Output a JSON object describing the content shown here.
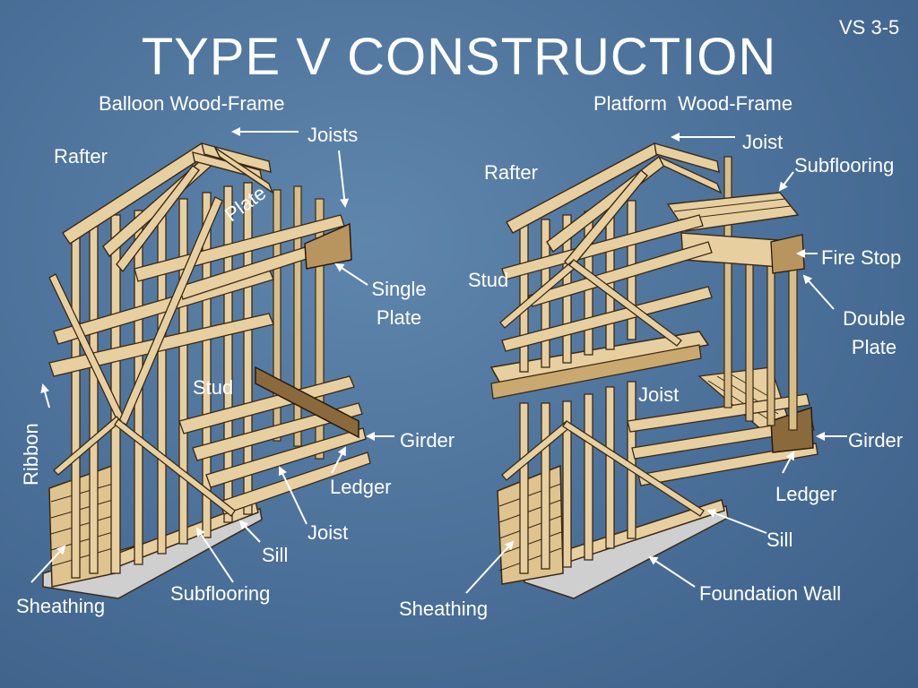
{
  "slide": {
    "code": "VS 3-5",
    "title": "TYPE V CONSTRUCTION"
  },
  "left_frame": {
    "heading": "Balloon Wood-Frame",
    "labels": {
      "joists": "Joists",
      "rafter": "Rafter",
      "plate": "Plate",
      "single_plate_1": "Single",
      "single_plate_2": "Plate",
      "stud": "Stud",
      "ribbon": "Ribbon",
      "girder": "Girder",
      "ledger": "Ledger",
      "joist": "Joist",
      "sill": "Sill",
      "sheathing": "Sheathing",
      "subflooring": "Subflooring"
    }
  },
  "right_frame": {
    "heading": "Platform  Wood-Frame",
    "labels": {
      "joist_top": "Joist",
      "subflooring": "Subflooring",
      "rafter": "Rafter",
      "fire_stop": "Fire Stop",
      "stud": "Stud",
      "double_plate_1": "Double",
      "double_plate_2": "Plate",
      "joist_mid": "Joist",
      "girder": "Girder",
      "ledger": "Ledger",
      "sill": "Sill",
      "foundation_wall": "Foundation Wall",
      "sheathing": "Sheathing"
    }
  },
  "colors": {
    "background": "#4a6f98",
    "wood": "#e8cfa0",
    "wood_shadow": "#b8955e",
    "outline": "#3a2a14",
    "foundation": "#cfcfcf",
    "text": "#ffffff"
  }
}
